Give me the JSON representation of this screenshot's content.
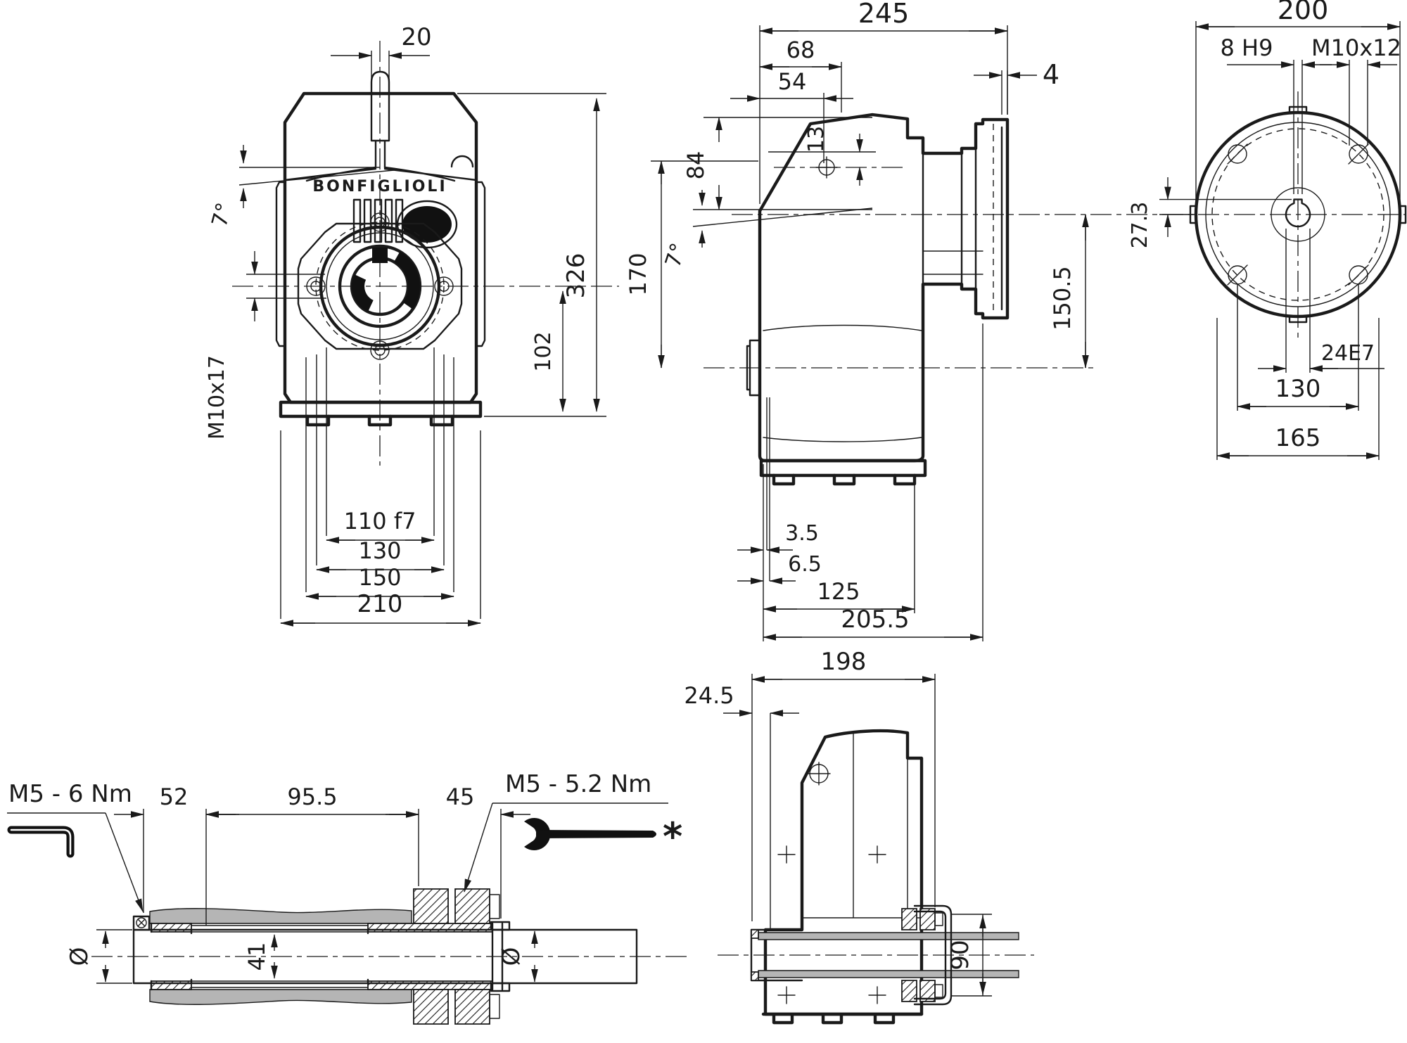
{
  "colors": {
    "line": "#1a1a1a",
    "shade": "#b5b5b5"
  },
  "brand": "BONFIGLIOLI",
  "views": {
    "front": {
      "dims": {
        "shaft_stub": "20",
        "draft_angle": "7°",
        "tapped_holes": "M10x17",
        "pilot": "110 f7",
        "bolt_circle": "130",
        "flange_width": "150",
        "housing_width": "210",
        "total_height": "326",
        "axis_height": "102"
      }
    },
    "side": {
      "dims": {
        "total_length": "245",
        "d68": "68",
        "d54": "54",
        "d13": "13",
        "d84": "84",
        "flange_thk": "4",
        "d170": "170",
        "draft_angle": "7°",
        "d1505": "150.5",
        "d35": "3.5",
        "d65": "6.5",
        "d125": "125",
        "d2055": "205.5"
      }
    },
    "flange": {
      "dims": {
        "outer_dia": "200",
        "keyway": "8 H9",
        "tapped": "M10x12",
        "key_depth": "27.3",
        "bore": "24E7",
        "bolt_circle": "130",
        "spigot": "165"
      }
    },
    "shaft": {
      "dims": {
        "d52": "52",
        "d955": "95.5",
        "d45": "45",
        "bore": "41",
        "dia_left": "Ø",
        "dia_right": "Ø"
      },
      "torque_left": "M5 - 6 Nm",
      "torque_right": "M5 - 5.2 Nm",
      "footnote": "*"
    },
    "side2": {
      "dims": {
        "length": "198",
        "d245": "24.5",
        "d90": "90"
      }
    }
  }
}
